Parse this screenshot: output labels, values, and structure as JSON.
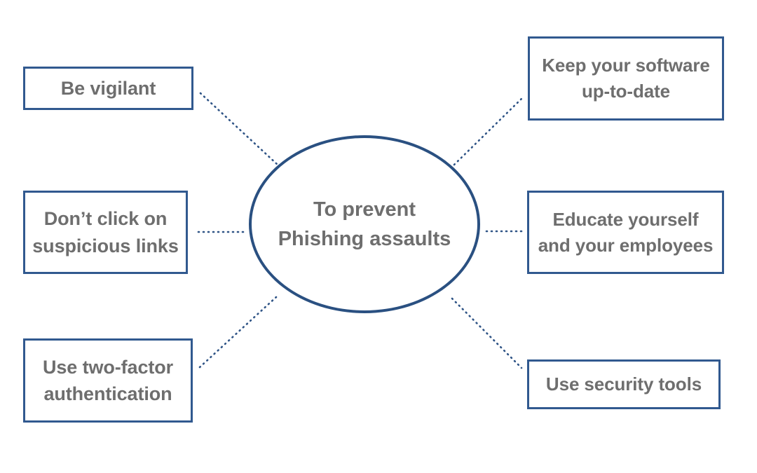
{
  "diagram": {
    "title": "To prevent Phishing assaults",
    "type": "hub-and-spoke mind map",
    "colors": {
      "box_border": "#31598F",
      "hub_border": "#2A5081",
      "text": "#6E6E6E",
      "connector": "#2F5486",
      "background": "#FFFFFF"
    },
    "hub": {
      "label": "To prevent\nPhishing assaults",
      "line1": "To prevent",
      "line2": "Phishing assaults"
    },
    "nodes": [
      {
        "id": "be-vigilant",
        "label": "Be vigilant",
        "side": "left",
        "position": "top"
      },
      {
        "id": "dont-click",
        "label": "Don’t click on\nsuspicious links",
        "side": "left",
        "position": "middle"
      },
      {
        "id": "two-factor",
        "label": "Use two-factor\nauthentication",
        "side": "left",
        "position": "bottom"
      },
      {
        "id": "keep-updated",
        "label": "Keep your software\nup-to-date",
        "side": "right",
        "position": "top"
      },
      {
        "id": "educate",
        "label": "Educate yourself\nand your employees",
        "side": "right",
        "position": "middle"
      },
      {
        "id": "security-tools",
        "label": "Use security tools",
        "side": "right",
        "position": "bottom"
      }
    ],
    "connectors": [
      {
        "from": "be-vigilant",
        "to": "hub",
        "style": "dotted"
      },
      {
        "from": "dont-click",
        "to": "hub",
        "style": "dotted"
      },
      {
        "from": "two-factor",
        "to": "hub",
        "style": "dotted"
      },
      {
        "from": "hub",
        "to": "keep-updated",
        "style": "dotted"
      },
      {
        "from": "hub",
        "to": "educate",
        "style": "dotted"
      },
      {
        "from": "hub",
        "to": "security-tools",
        "style": "dotted"
      }
    ]
  }
}
